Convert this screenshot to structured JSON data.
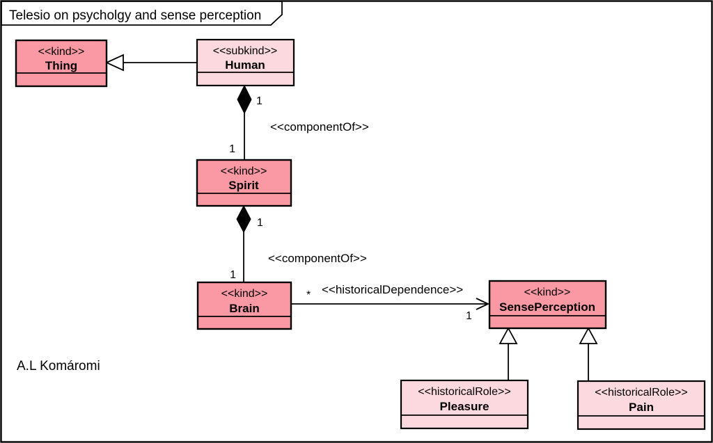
{
  "diagram": {
    "title": "Telesio on psycholgy and sense perception",
    "author": "A.L Komáromi"
  },
  "colors": {
    "kind_fill": "#FA99A4",
    "role_subkind_fill": "#FBD9DE",
    "line": "#000000",
    "background": "#FFFFFF"
  },
  "classes": {
    "thing": {
      "stereotype": "<<kind>>",
      "name": "Thing"
    },
    "human": {
      "stereotype": "<<subkind>>",
      "name": "Human"
    },
    "spirit": {
      "stereotype": "<<kind>>",
      "name": "Spirit"
    },
    "brain": {
      "stereotype": "<<kind>>",
      "name": "Brain"
    },
    "sense_perception": {
      "stereotype": "<<kind>>",
      "name": "SensePerception"
    },
    "pleasure": {
      "stereotype": "<<historicalRole>>",
      "name": "Pleasure"
    },
    "pain": {
      "stereotype": "<<historicalRole>>",
      "name": "Pain"
    }
  },
  "relations": {
    "human_thing_generalization": {
      "type": "generalization",
      "from": "Human",
      "to": "Thing"
    },
    "human_spirit_composition": {
      "type": "componentOf",
      "label": "<<componentOf>>",
      "whole": "Human",
      "part": "Spirit",
      "whole_multiplicity": "1",
      "part_multiplicity": "1"
    },
    "spirit_brain_composition": {
      "type": "componentOf",
      "label": "<<componentOf>>",
      "whole": "Spirit",
      "part": "Brain",
      "whole_multiplicity": "1",
      "part_multiplicity": "1"
    },
    "brain_sense_dependence": {
      "type": "historicalDependence",
      "label": "<<historicalDependence>>",
      "from": "Brain",
      "to": "SensePerception",
      "source_multiplicity": "*",
      "target_multiplicity": "1"
    },
    "pleasure_generalization": {
      "type": "generalization",
      "from": "Pleasure",
      "to": "SensePerception"
    },
    "pain_generalization": {
      "type": "generalization",
      "from": "Pain",
      "to": "SensePerception"
    }
  }
}
